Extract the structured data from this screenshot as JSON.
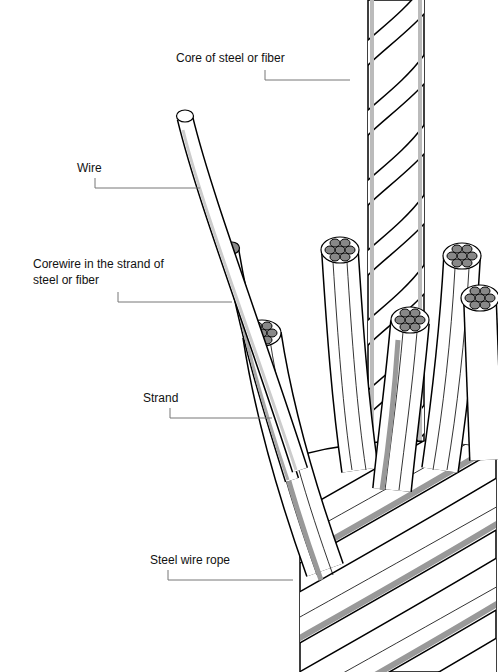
{
  "diagram": {
    "labels": [
      "Core of steel or fiber",
      "Wire",
      "Corewire in the strand of steel or fiber",
      "Strand",
      "Steel wire rope"
    ]
  }
}
